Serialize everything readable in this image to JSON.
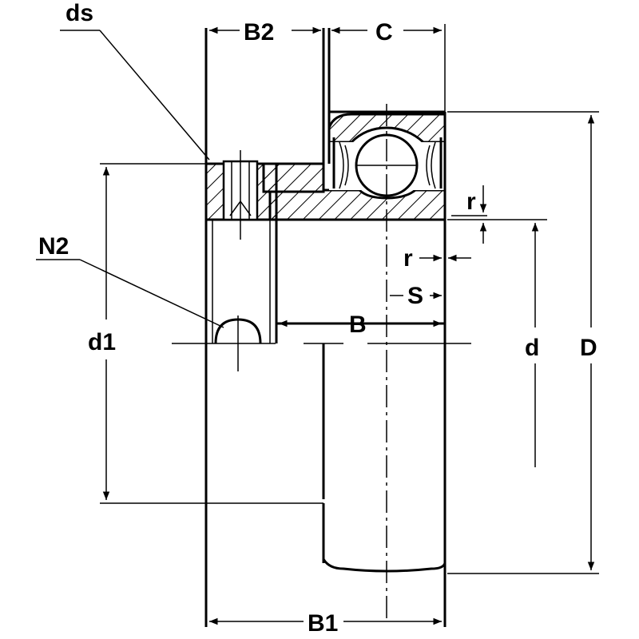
{
  "labels": {
    "ds": "ds",
    "b2": "B2",
    "c": "C",
    "n2": "N2",
    "d1": "d1",
    "b": "B",
    "d": "d",
    "D": "D",
    "r_top": "r",
    "r_side": "r",
    "s": "S",
    "b1": "B1"
  },
  "colors": {
    "line": "#000000",
    "background": "#ffffff"
  }
}
